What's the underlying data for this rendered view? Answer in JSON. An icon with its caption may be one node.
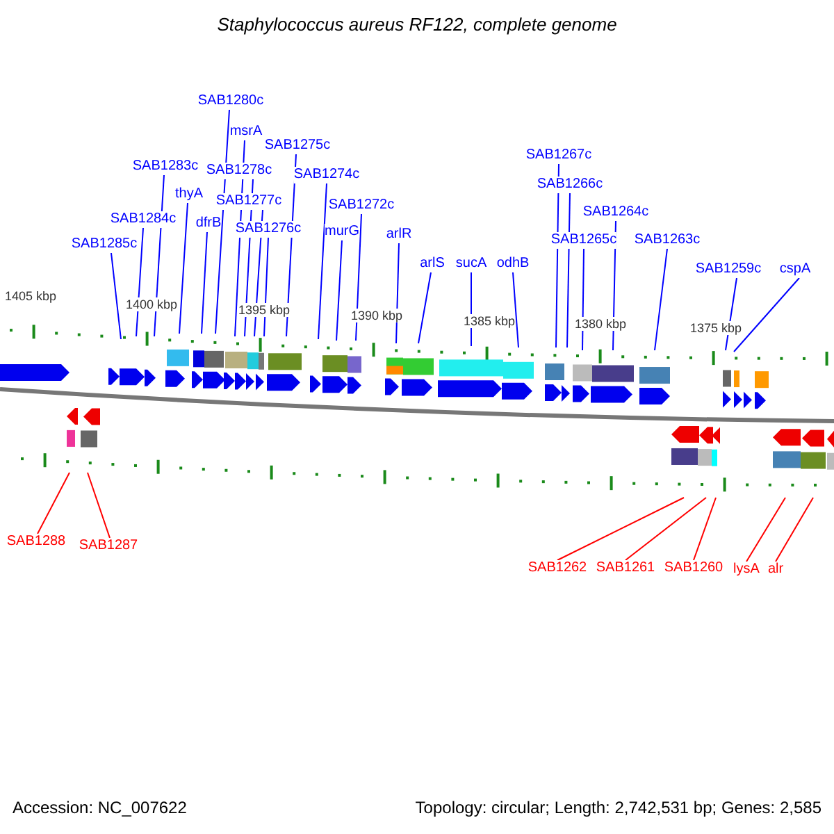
{
  "diagram": {
    "title": "Staphylococcus aureus RF122, complete genome",
    "nodes": [
      {
        "text": [
          "SAB1285c"
        ]
      },
      {
        "text": [
          "SAB1284c"
        ]
      },
      {
        "text": [
          "SAB1283c"
        ]
      },
      {
        "text": [
          "thyA"
        ]
      },
      {
        "text": [
          "dfrB"
        ]
      },
      {
        "text": [
          "SAB1280c"
        ]
      },
      {
        "text": [
          "msrA"
        ]
      },
      {
        "text": [
          "SAB1278c"
        ]
      },
      {
        "text": [
          "SAB1277c"
        ]
      },
      {
        "text": [
          "SAB1276c"
        ]
      },
      {
        "text": [
          "SAB1275c"
        ]
      },
      {
        "text": [
          "SAB1274c"
        ]
      },
      {
        "text": [
          "murG"
        ]
      },
      {
        "text": [
          "SAB1272c"
        ]
      },
      {
        "text": [
          "arlR"
        ]
      },
      {
        "text": [
          "arlS"
        ]
      },
      {
        "text": [
          "sucA"
        ]
      },
      {
        "text": [
          "odhB"
        ]
      },
      {
        "text": [
          "SAB1267c"
        ]
      },
      {
        "text": [
          "SAB1266c"
        ]
      },
      {
        "text": [
          "SAB1264c"
        ]
      },
      {
        "text": [
          "SAB1265c"
        ]
      },
      {
        "text": [
          "SAB1263c"
        ]
      },
      {
        "text": [
          "SAB1259c"
        ]
      },
      {
        "text": [
          "cspA"
        ]
      },
      {
        "text": [
          "SAB1288"
        ]
      },
      {
        "text": [
          "SAB1287"
        ]
      },
      {
        "text": [
          "SAB1262"
        ]
      },
      {
        "text": [
          "SAB1261"
        ]
      },
      {
        "text": [
          "SAB1260"
        ]
      },
      {
        "text": [
          "lysA"
        ]
      },
      {
        "text": [
          "alr"
        ]
      }
    ],
    "edges": [
      {
        "from": 0,
        "to": null,
        "arrow": "none"
      },
      {
        "from": 1,
        "to": null,
        "arrow": "none"
      },
      {
        "from": 2,
        "to": null,
        "arrow": "none"
      },
      {
        "from": 3,
        "to": null,
        "arrow": "none"
      },
      {
        "from": 4,
        "to": null,
        "arrow": "none"
      },
      {
        "from": 5,
        "to": null,
        "arrow": "none"
      },
      {
        "from": 6,
        "to": null,
        "arrow": "none"
      },
      {
        "from": 7,
        "to": null,
        "arrow": "none"
      },
      {
        "from": 8,
        "to": null,
        "arrow": "none"
      },
      {
        "from": 9,
        "to": null,
        "arrow": "none"
      },
      {
        "from": 10,
        "to": null,
        "arrow": "none"
      },
      {
        "from": 11,
        "to": null,
        "arrow": "none"
      },
      {
        "from": 12,
        "to": null,
        "arrow": "none"
      },
      {
        "from": 13,
        "to": null,
        "arrow": "none"
      },
      {
        "from": 14,
        "to": null,
        "arrow": "none"
      },
      {
        "from": 15,
        "to": null,
        "arrow": "none"
      },
      {
        "from": 16,
        "to": null,
        "arrow": "none"
      },
      {
        "from": 17,
        "to": null,
        "arrow": "none"
      },
      {
        "from": 18,
        "to": null,
        "arrow": "none"
      },
      {
        "from": 19,
        "to": null,
        "arrow": "none"
      },
      {
        "from": 20,
        "to": null,
        "arrow": "none"
      },
      {
        "from": 21,
        "to": null,
        "arrow": "none"
      },
      {
        "from": 22,
        "to": null,
        "arrow": "none"
      },
      {
        "from": 23,
        "to": null,
        "arrow": "none"
      },
      {
        "from": 24,
        "to": null,
        "arrow": "none"
      },
      {
        "from": 25,
        "to": null,
        "arrow": "none",
        "color": "#ff0000"
      },
      {
        "from": 26,
        "to": null,
        "arrow": "none",
        "color": "#ff0000"
      },
      {
        "from": 27,
        "to": null,
        "arrow": "none",
        "color": "#ff0000"
      },
      {
        "from": 28,
        "to": null,
        "arrow": "none",
        "color": "#ff0000"
      },
      {
        "from": 29,
        "to": null,
        "arrow": "none",
        "color": "#ff0000"
      },
      {
        "from": 30,
        "to": null,
        "arrow": "none",
        "color": "#ff0000"
      },
      {
        "from": 31,
        "to": null,
        "arrow": "none",
        "color": "#ff0000"
      }
    ],
    "labels": [
      "1405 kbp",
      "1400 kbp",
      "1395 kbp",
      "1390 kbp",
      "1385 kbp",
      "1380 kbp",
      "1375 kbp",
      "Accession: NC_007622",
      "Topology: circular; Length: 2,742,531 bp; Genes: 2,585"
    ]
  }
}
